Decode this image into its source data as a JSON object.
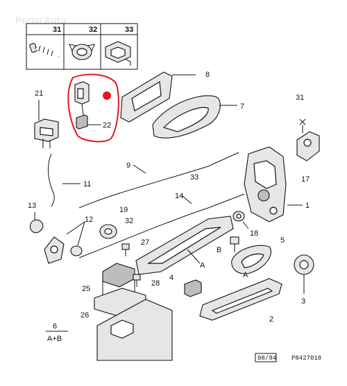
{
  "watermark": "Perlai Auto",
  "hardware_box": {
    "items": [
      {
        "number": "31",
        "icon": "bolt-icon"
      },
      {
        "number": "32",
        "icon": "clip-icon"
      },
      {
        "number": "33",
        "icon": "bracket-clip-icon"
      }
    ]
  },
  "highlight": {
    "color": "#e8141c",
    "label": "22"
  },
  "callouts": {
    "n1": "1",
    "n2": "2",
    "n3": "3",
    "n4": "4",
    "n5": "5",
    "n6": "6",
    "n7": "7",
    "n8": "8",
    "n9": "9",
    "n11": "11",
    "n12": "12",
    "n13": "13",
    "n14": "14",
    "n17": "17",
    "n18": "18",
    "n19": "19",
    "n21": "21",
    "n22": "22",
    "n25": "25",
    "n26": "26",
    "n27": "27",
    "n28": "28",
    "n31": "31",
    "n32": "32",
    "n33": "33",
    "letter_a1": "A",
    "letter_a2": "A",
    "letter_b": "B",
    "combo": "A+B"
  },
  "footer": {
    "date": "08/94",
    "ref": "P8427018"
  }
}
